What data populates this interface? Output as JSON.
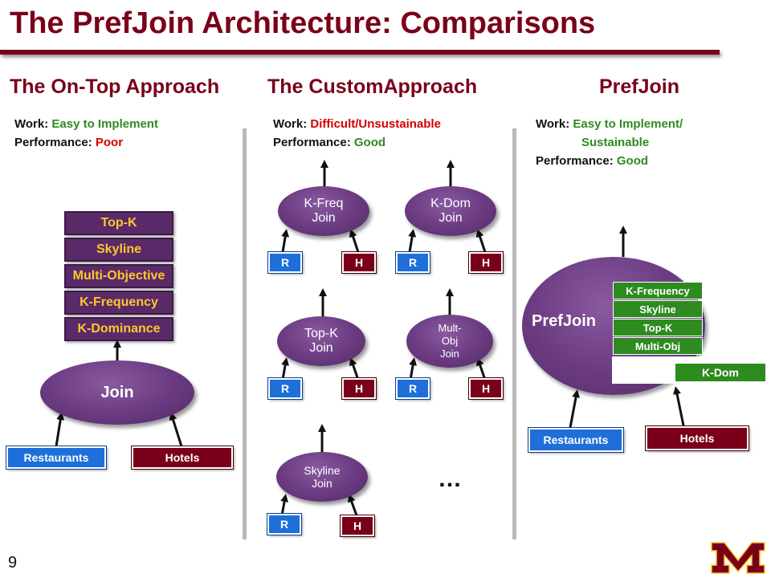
{
  "title": "The PrefJoin Architecture: Comparisons",
  "slide_number": "9",
  "columns": {
    "ontop": {
      "heading": "The On-Top Approach",
      "work_label": "Work:",
      "work_value": "Easy to Implement",
      "perf_label": "Performance:",
      "perf_value": "Poor",
      "stack": [
        "Top-K",
        "Skyline",
        "Multi-Objective",
        "K-Frequency",
        "K-Dominance"
      ],
      "join": "Join",
      "restaurants": "Restaurants",
      "hotels": "Hotels"
    },
    "custom": {
      "heading": "The CustomApproach",
      "work_label": "Work:",
      "work_value": "Difficult/Unsustainable",
      "perf_label": "Performance:",
      "perf_value": "Good",
      "joins": [
        {
          "line1": "K-Freq",
          "line2": "Join"
        },
        {
          "line1": "K-Dom",
          "line2": "Join"
        },
        {
          "line1": "Top-K",
          "line2": "Join"
        },
        {
          "line1": "Mult-",
          "line2": "Obj",
          "line3": "Join"
        },
        {
          "line1": "Skyline",
          "line2": "Join"
        }
      ],
      "r_label": "R",
      "h_label": "H",
      "ellipsis": "…"
    },
    "prefjoin": {
      "heading": "PrefJoin",
      "work_label": "Work:",
      "work_value": "Easy to Implement/",
      "work_value2": "Sustainable",
      "perf_label": "Performance:",
      "perf_value": "Good",
      "core": "PrefJoin",
      "modules": [
        "K-Frequency",
        "Skyline",
        "Top-K",
        "Multi-Obj"
      ],
      "extra_module": "K-Dom",
      "restaurants": "Restaurants",
      "hotels": "Hotels"
    }
  },
  "colors": {
    "maroon": "#7a0019",
    "purple": "#6a3a80",
    "gold": "#ffc72c",
    "blue": "#1e6fd9",
    "green": "#2e8b1f",
    "red": "#d40000"
  }
}
